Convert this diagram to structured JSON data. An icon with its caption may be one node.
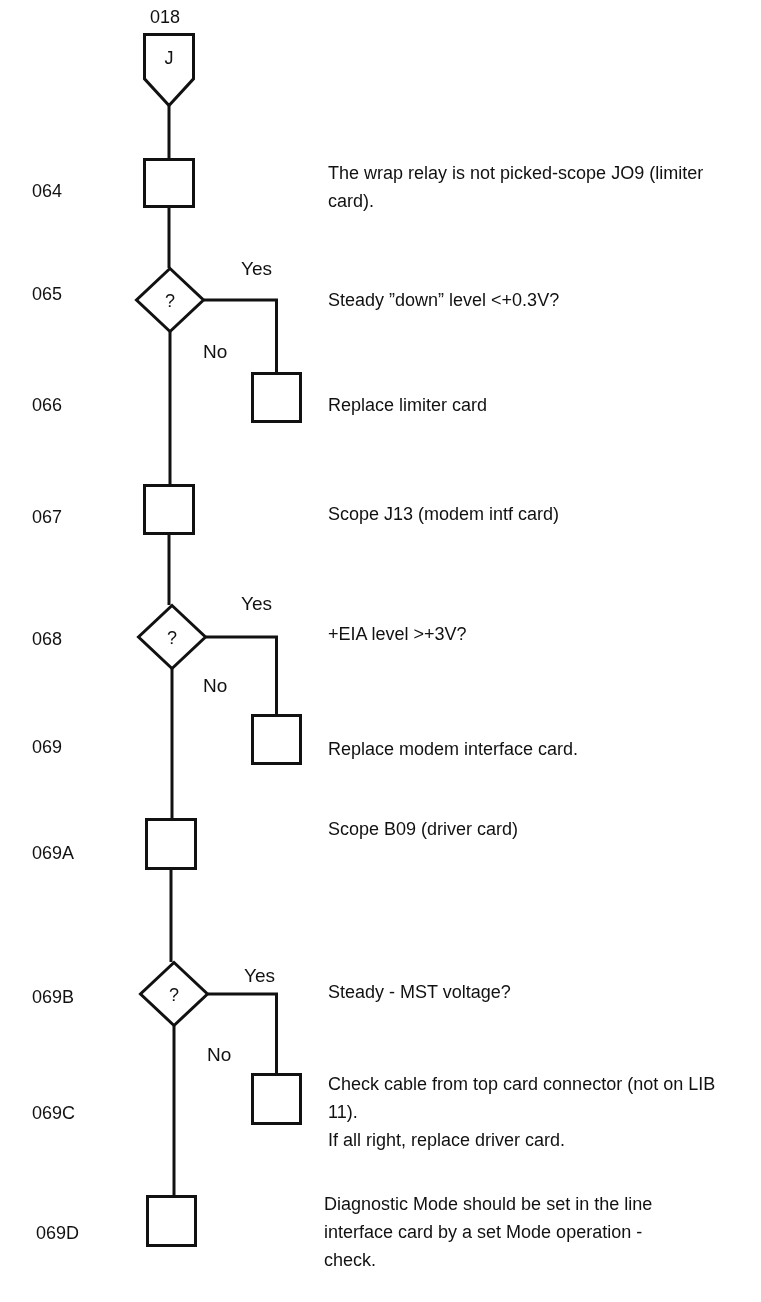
{
  "diagram": {
    "nodes": [
      {
        "text": [
          "J"
        ],
        "beside": [
          "018"
        ]
      },
      {
        "text": [],
        "shape": "box"
      },
      {
        "text": [
          "?"
        ]
      },
      {
        "text": [],
        "shape": "box"
      },
      {
        "text": [],
        "shape": "box"
      },
      {
        "text": [
          "?"
        ]
      },
      {
        "text": [],
        "shape": "box"
      },
      {
        "text": [],
        "shape": "box"
      },
      {
        "text": [
          "?"
        ]
      },
      {
        "text": [],
        "shape": "box"
      },
      {
        "text": [],
        "shape": "box"
      }
    ],
    "edges": [
      {
        "from": 0,
        "to": 1,
        "arrow": "none"
      },
      {
        "from": 1,
        "to": 2,
        "arrow": "none"
      },
      {
        "from": 2,
        "to": 3,
        "arrow": "none",
        "label": "Yes"
      },
      {
        "from": 2,
        "to": 4,
        "arrow": "none",
        "label": "No"
      },
      {
        "from": 4,
        "to": 5,
        "arrow": "none"
      },
      {
        "from": 5,
        "to": 6,
        "arrow": "none",
        "label": "Yes"
      },
      {
        "from": 5,
        "to": 7,
        "arrow": "none",
        "label": "No"
      },
      {
        "from": 7,
        "to": 8,
        "arrow": "none"
      },
      {
        "from": 8,
        "to": 9,
        "arrow": "none",
        "label": "Yes"
      },
      {
        "from": 8,
        "to": 10,
        "arrow": "none",
        "label": "No"
      }
    ],
    "labels": [
      "064",
      "The wrap relay is not picked-scope JO9 (limiter card).",
      "065",
      "Steady ”down” level <+0.3V?",
      "066",
      "Replace limiter card",
      "067",
      "Scope J13 (modem intf card)",
      "068",
      "+EIA level >+3V?",
      "069",
      "Replace modem interface card.",
      "069A",
      "Scope B09 (driver card)",
      "069B",
      "Steady - MST voltage?",
      "069C",
      "Check cable from top card connector (not on LIB 11).",
      "If all right, replace driver card.",
      "069D",
      "Diagnostic Mode should be set in the line interface card by a set Mode operation - check."
    ]
  }
}
